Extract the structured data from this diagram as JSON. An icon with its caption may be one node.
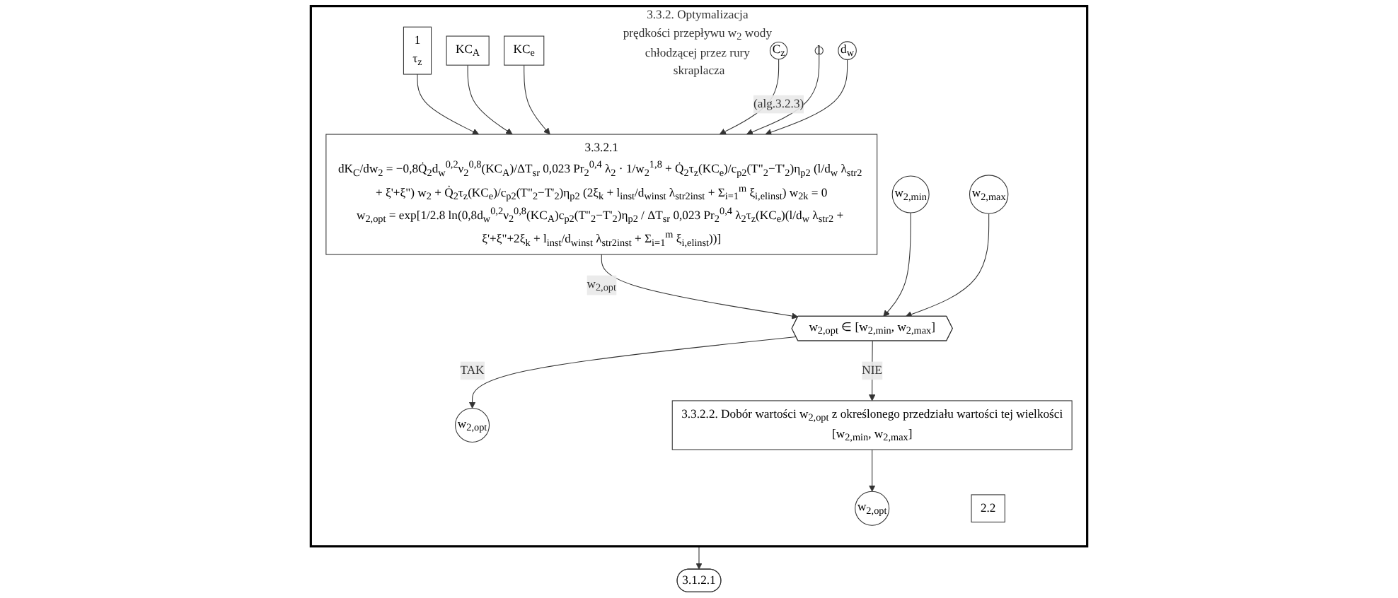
{
  "diagram": {
    "nodes": [
      {
        "text": [
          "3.3.2. Optymalizacja prędkości przepływu w$_{2}$ wody chłodzącej przez rury skraplacza"
        ]
      },
      {
        "text": [
          "1",
          "τ$_{z}$"
        ],
        "in": 0
      },
      {
        "text": [
          "2.2"
        ],
        "in": 0
      },
      {
        "text": [
          "KC$_{A}$"
        ],
        "in": 0
      },
      {
        "text": [
          "KC$_{e}$"
        ],
        "in": 0
      },
      {
        "text": [
          "C$_{z}$"
        ],
        "in": 0
      },
      {
        "text": [
          "3.3.2.1",
          "dK$_{C}$/dw$_{2}$ = −0,8Q̇$_{2}$d$_{w}$$^{0,2}$ν$_{2}$$^{0,8}$(KC$_{A}$)/ΔT$_{sr}$ 0,023 Pr$_{2}$$^{0,4}$ λ$_{2}$ · 1/w$_{2}$$^{1,8}$ + Q̇$_{2}$τ$_{z}$(KC$_{e}$)/c$_{p2}$(T\"$_{2}$−T'$_{2}$)η$_{p2}$ (l/d$_{w}$ λ$_{str2}$ + ξ'+ξ\") w$_{2}$ + Q̇$_{2}$τ$_{z}$(KC$_{e}$)/c$_{p2}$(T\"$_{2}$−T'$_{2}$)η$_{p2}$ (2ξ$_{k}$ + l$_{inst}$/d$_{winst}$ λ$_{str2inst}$ + Σ$_{i=1}$$^{m}$ ξ$_{i,elinst}$) w$_{2k}$ = 0",
          "w$_{2,opt}$ = exp[1/2.8 ln(0,8d$_{w}$$^{0,2}$ν$_{2}$$^{0,8}$(KC$_{A}$)c$_{p2}$(T\"$_{2}$−T'$_{2}$)η$_{p2}$ / ΔT$_{sr}$ 0,023 Pr$_{2}$$^{0,4}$ λ$_{2}$τ$_{z}$(KC$_{e}$)(l/d$_{w}$ λ$_{str2}$ + ξ'+ξ\"+2ξ$_{k}$ + l$_{inst}$/d$_{winst}$ λ$_{str2inst}$ + Σ$_{i=1}$$^{m}$ ξ$_{i,elinst}$))]"
        ],
        "in": 0
      },
      {
        "text": [
          "l"
        ],
        "in": 0
      },
      {
        "text": [
          "d$_{w}$"
        ],
        "in": 0
      },
      {
        "text": [
          "w$_{2,min}$"
        ],
        "in": 0
      },
      {
        "text": [
          "w$_{2,max}$"
        ],
        "in": 0
      },
      {
        "text": [
          "w$_{2,opt}$ ∈ [w$_{2,min}$, w$_{2,max}$]"
        ],
        "in": 0
      },
      {
        "text": [
          "w$_{2,opt}$"
        ],
        "in": 0
      },
      {
        "text": [
          "3.3.2.2. Dobór wartości w$_{2,opt}$ z określonego przedziału wartości tej wielkości",
          "[w$_{2,min}$, w$_{2,max}$]"
        ],
        "in": 0
      },
      {
        "text": [
          "w$_{2,opt}$"
        ],
        "in": 0
      },
      {
        "text": [
          "3.1.2.1"
        ]
      }
    ],
    "edges": [
      {
        "from": 1,
        "to": 6,
        "arrow": "to"
      },
      {
        "from": 3,
        "to": 6,
        "arrow": "to"
      },
      {
        "from": 4,
        "to": 6,
        "arrow": "to"
      },
      {
        "from": 5,
        "to": 6,
        "arrow": "to",
        "label": "(alg.3.2.3)"
      },
      {
        "from": 7,
        "to": 6,
        "arrow": "to"
      },
      {
        "from": 8,
        "to": 6,
        "arrow": "to"
      },
      {
        "from": 6,
        "to": 11,
        "arrow": "to",
        "label": "w$_{2,opt}$"
      },
      {
        "from": 9,
        "to": 11,
        "arrow": "to"
      },
      {
        "from": 10,
        "to": 11,
        "arrow": "to"
      },
      {
        "from": 11,
        "to": 12,
        "arrow": "to",
        "label": "TAK"
      },
      {
        "from": 11,
        "to": 13,
        "arrow": "to",
        "label": "NIE"
      },
      {
        "from": 13,
        "to": 14,
        "arrow": "to"
      },
      {
        "from": 0,
        "to": 15,
        "arrow": "to"
      }
    ]
  }
}
